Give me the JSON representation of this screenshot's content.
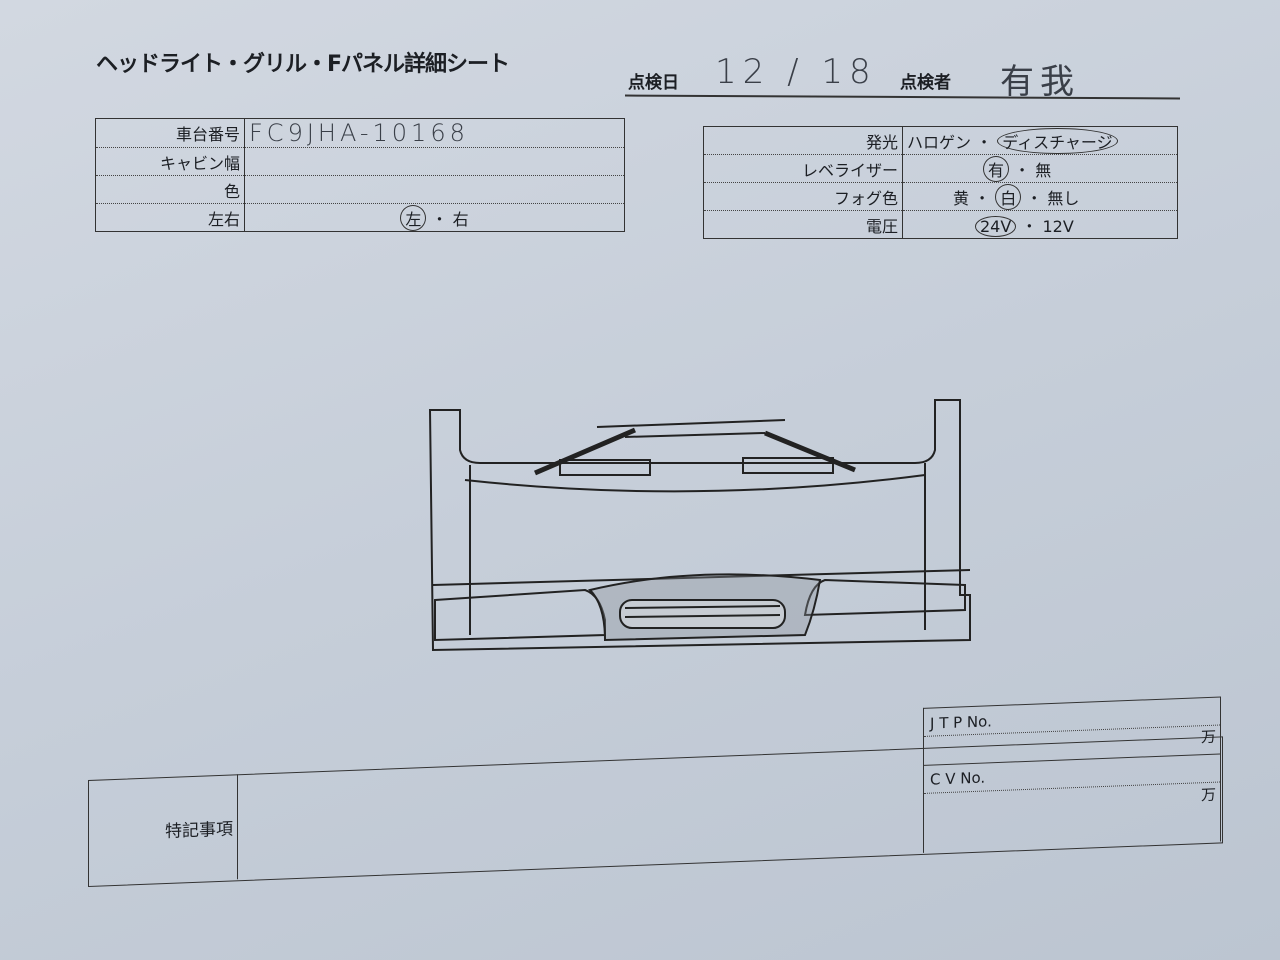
{
  "title": "ヘッドライト・グリル・Fパネル詳細シート",
  "inspection": {
    "date_label": "点検日",
    "date_value": "12 / 18",
    "inspector_label": "点検者",
    "inspector_value": "有我"
  },
  "left_table": [
    {
      "label": "車台番号",
      "value": "FC9JHA-10168"
    },
    {
      "label": "キャビン幅",
      "value": ""
    },
    {
      "label": "色",
      "value": ""
    },
    {
      "label": "左右",
      "options": [
        "左",
        "右"
      ],
      "selected": "左"
    }
  ],
  "right_table": [
    {
      "label": "発光",
      "options": [
        "ハロゲン",
        "ディスチャージ"
      ],
      "selected": "ディスチャージ"
    },
    {
      "label": "レベライザー",
      "options": [
        "有",
        "無"
      ],
      "selected": "有"
    },
    {
      "label": "フォグ色",
      "options": [
        "黄",
        "白",
        "無し"
      ],
      "selected": "白"
    },
    {
      "label": "電圧",
      "options": [
        "24V",
        "12V"
      ],
      "selected": "24V"
    }
  ],
  "remarks": {
    "label": "特記事項",
    "jtp_label": "J T P No.",
    "jtp_unit": "万",
    "cv_label": "C V No.",
    "cv_unit": "万"
  }
}
